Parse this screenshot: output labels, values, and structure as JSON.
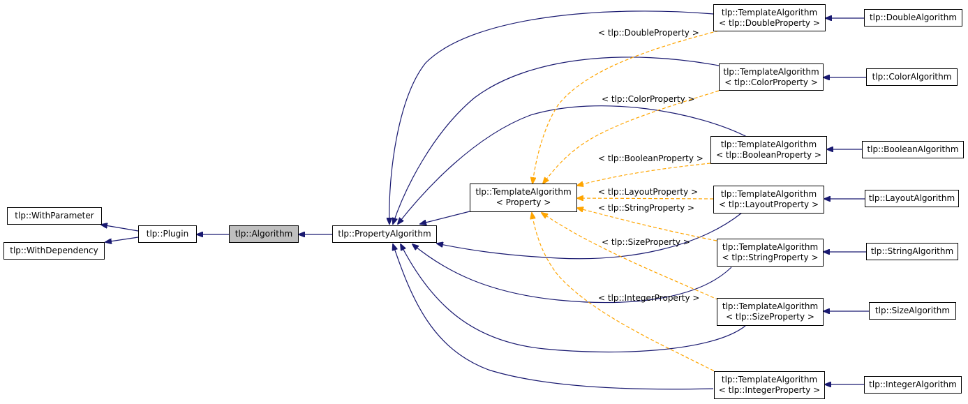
{
  "nodes": {
    "with_parameter": "tlp::WithParameter",
    "with_dependency": "tlp::WithDependency",
    "plugin": "tlp::Plugin",
    "algorithm": "tlp::Algorithm",
    "property_algorithm": "tlp::PropertyAlgorithm",
    "template_algorithm": [
      "tlp::TemplateAlgorithm",
      "< Property >"
    ],
    "ta_double": [
      "tlp::TemplateAlgorithm",
      "< tlp::DoubleProperty >"
    ],
    "ta_color": [
      "tlp::TemplateAlgorithm",
      "< tlp::ColorProperty >"
    ],
    "ta_boolean": [
      "tlp::TemplateAlgorithm",
      "< tlp::BooleanProperty >"
    ],
    "ta_layout": [
      "tlp::TemplateAlgorithm",
      "< tlp::LayoutProperty >"
    ],
    "ta_string": [
      "tlp::TemplateAlgorithm",
      "< tlp::StringProperty >"
    ],
    "ta_size": [
      "tlp::TemplateAlgorithm",
      "< tlp::SizeProperty >"
    ],
    "ta_integer": [
      "tlp::TemplateAlgorithm",
      "< tlp::IntegerProperty >"
    ],
    "double_algorithm": "tlp::DoubleAlgorithm",
    "color_algorithm": "tlp::ColorAlgorithm",
    "boolean_algorithm": "tlp::BooleanAlgorithm",
    "layout_algorithm": "tlp::LayoutAlgorithm",
    "string_algorithm": "tlp::StringAlgorithm",
    "size_algorithm": "tlp::SizeAlgorithm",
    "integer_algorithm": "tlp::IntegerAlgorithm"
  },
  "edge_labels": {
    "double": "< tlp::DoubleProperty >",
    "color": "< tlp::ColorProperty >",
    "boolean": "< tlp::BooleanProperty >",
    "layout": "< tlp::LayoutProperty >",
    "string": "< tlp::StringProperty >",
    "size": "< tlp::SizeProperty >",
    "integer": "< tlp::IntegerProperty >"
  },
  "colors": {
    "inheritance_edge": "#191970",
    "template_edge": "#ffa500",
    "highlight_node": "#bfbfbf"
  }
}
